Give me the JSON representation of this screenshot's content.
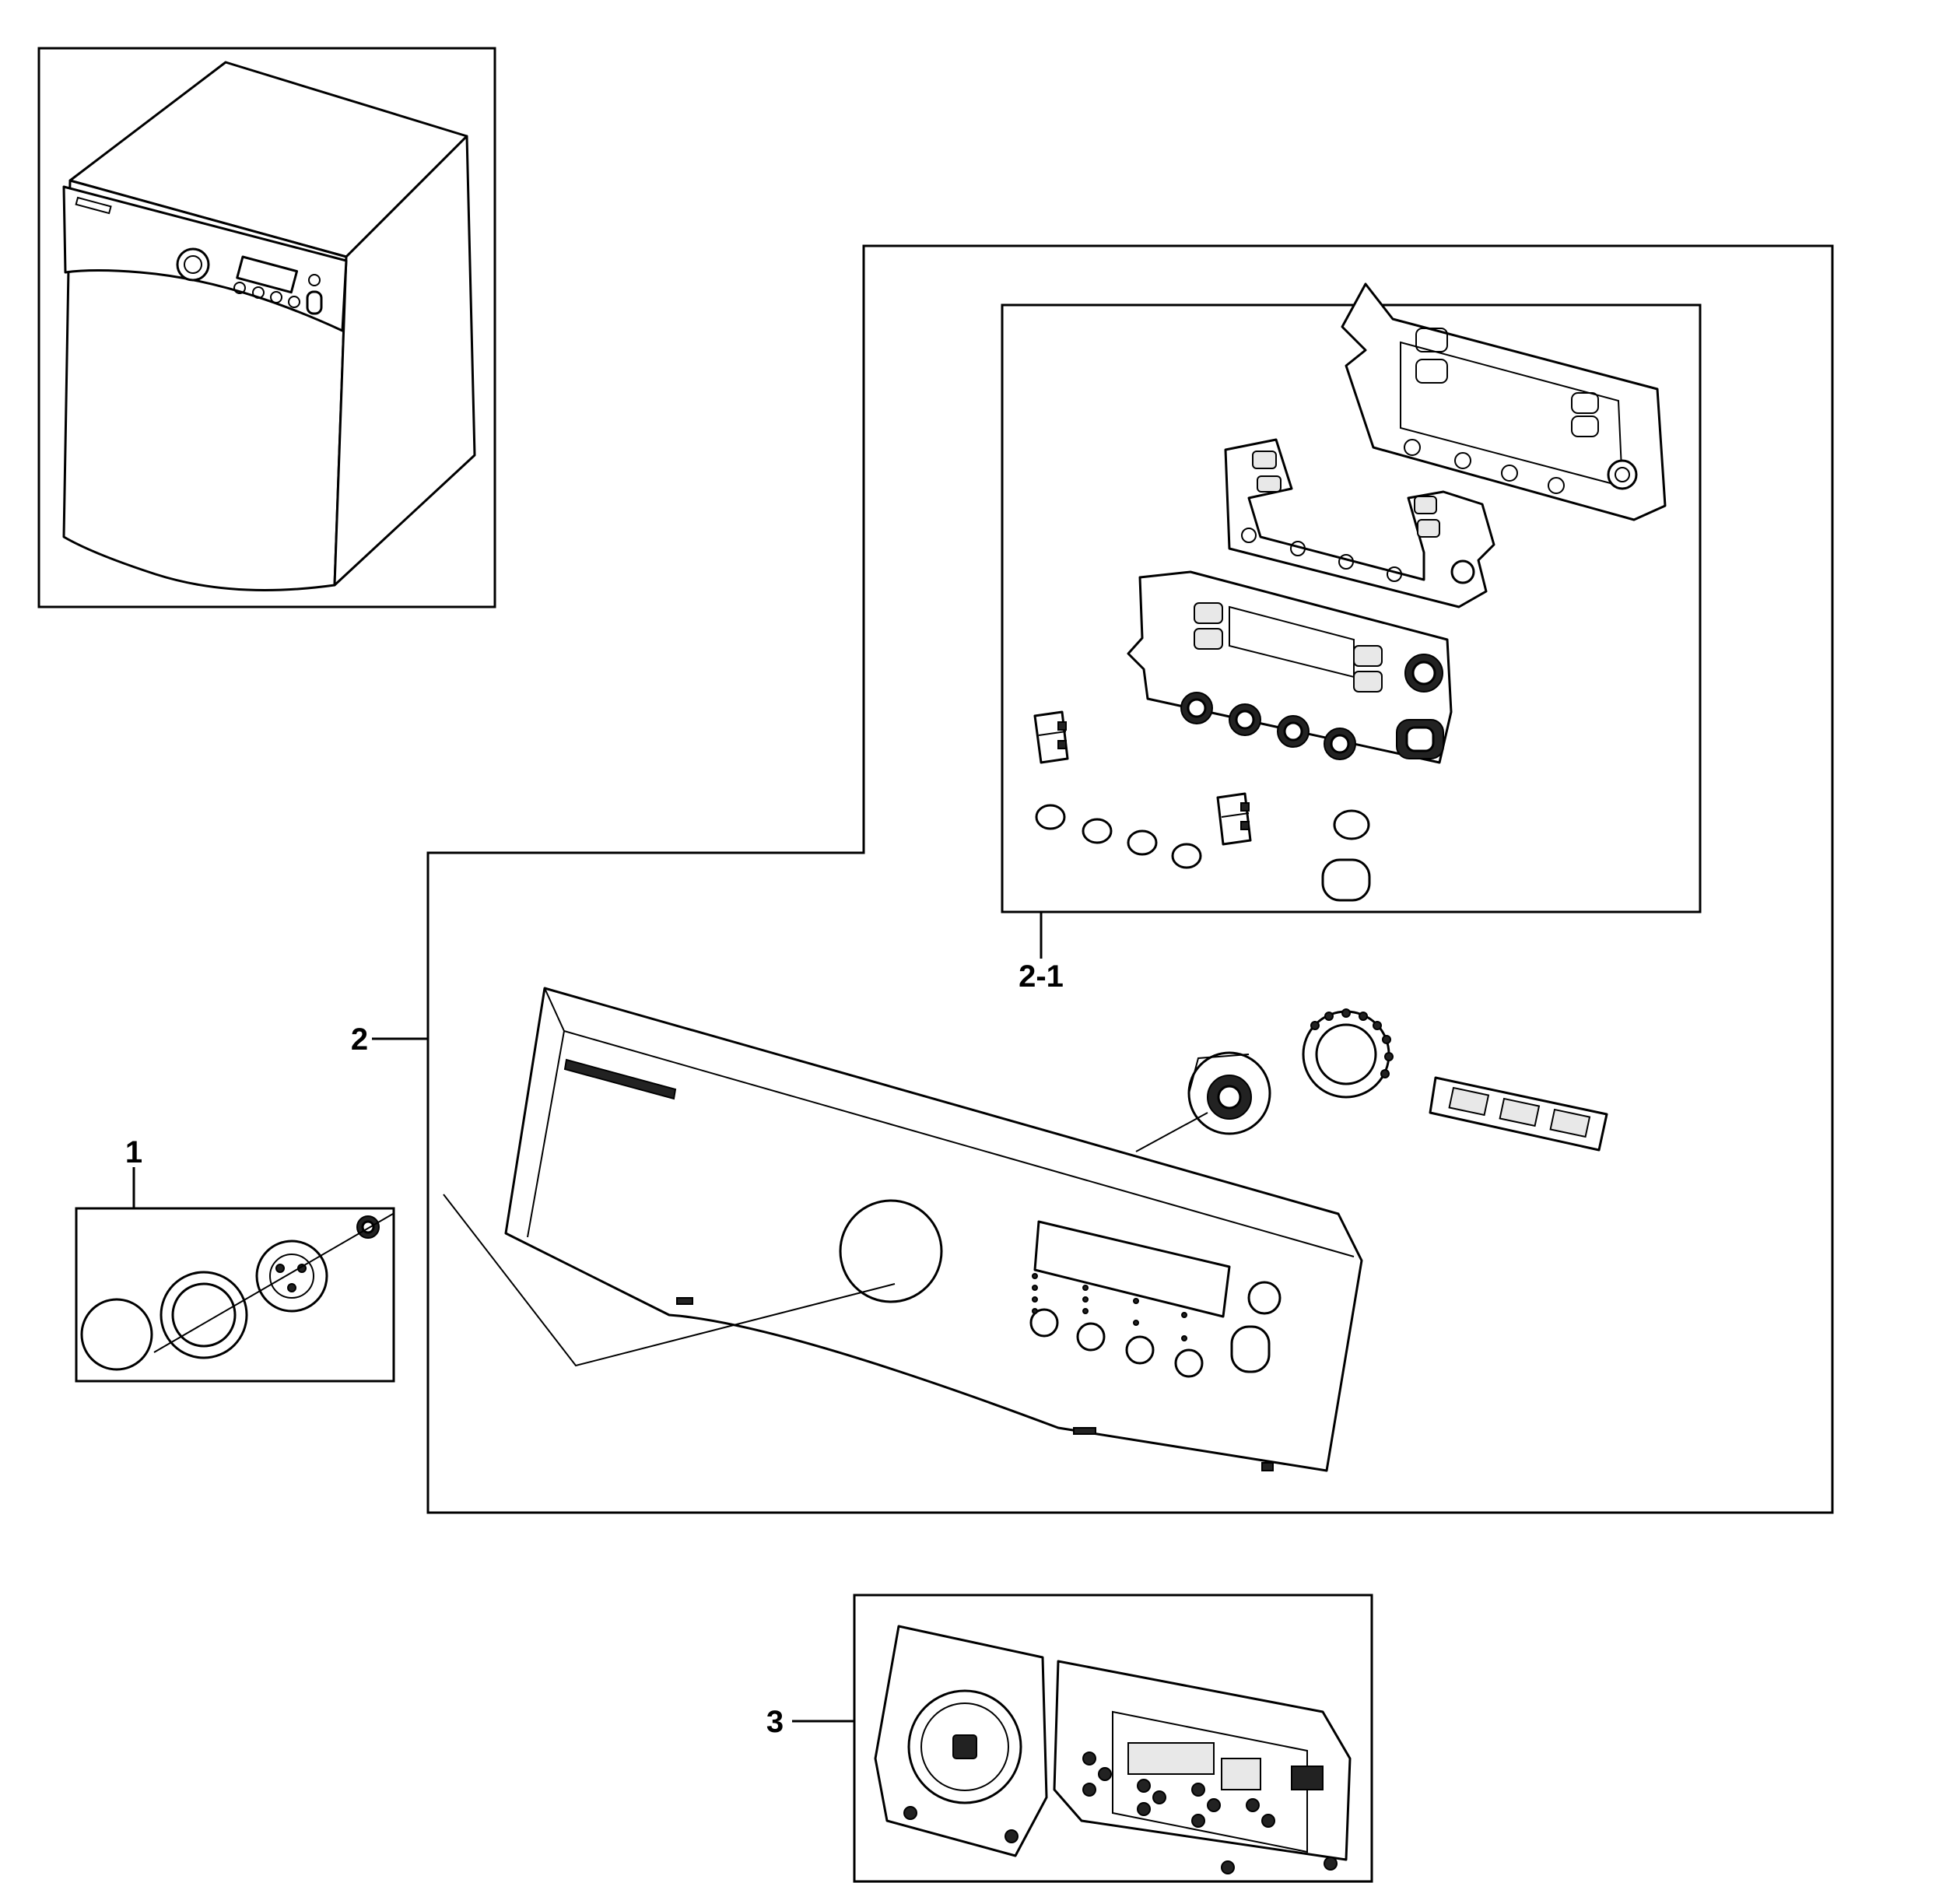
{
  "callouts": {
    "item_1": "1",
    "item_2": "2",
    "item_2_1": "2-1",
    "item_3": "3"
  }
}
